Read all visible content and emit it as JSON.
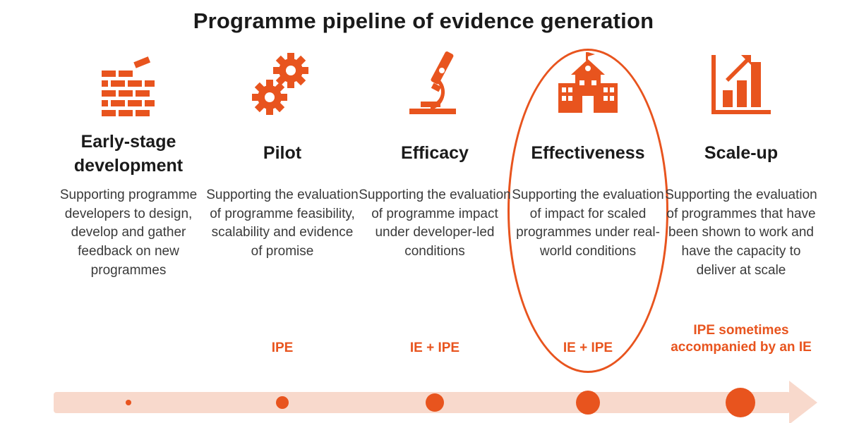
{
  "title": "Programme pipeline of evidence generation",
  "colors": {
    "accent": "#e8541e",
    "track": "#f8d9cc",
    "text": "#1a1a1a"
  },
  "stages": [
    {
      "icon": "brick-wall-icon",
      "heading": "Early-stage development",
      "description": "Supporting programme developers to design, develop and gather feedback on new programmes",
      "method": ""
    },
    {
      "icon": "gears-icon",
      "heading": "Pilot",
      "description": "Supporting the evaluation of programme feasibility, scalability and evidence of promise",
      "method": "IPE"
    },
    {
      "icon": "microscope-icon",
      "heading": "Efficacy",
      "description": "Supporting the evaluation of programme impact under developer-led conditions",
      "method": "IE + IPE"
    },
    {
      "icon": "school-building-icon",
      "heading": "Effectiveness",
      "description": "Supporting the evaluation of impact for scaled programmes under real-world conditions",
      "method": "IE + IPE",
      "highlighted": true
    },
    {
      "icon": "growth-chart-icon",
      "heading": "Scale-up",
      "description": "Supporting the evaluation of programmes that have been shown to work and have the capacity to deliver at scale",
      "method": "IPE sometimes accompanied by an IE"
    }
  ]
}
